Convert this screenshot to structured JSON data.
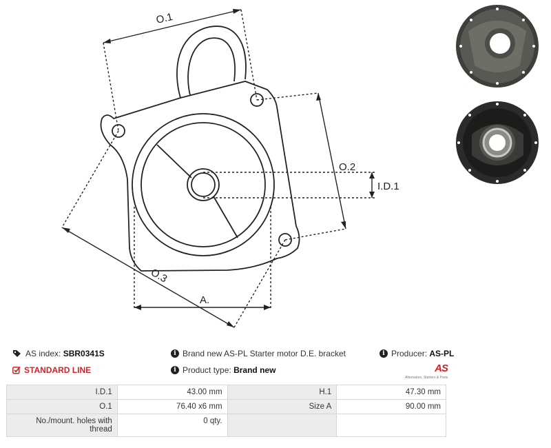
{
  "drawing": {
    "labels": {
      "o1": "O.1",
      "o2": "O.2",
      "o3": "O.3",
      "id1": "I.D.1",
      "a": "A."
    }
  },
  "info": {
    "as_index_label": "AS index:",
    "as_index_value": "SBR0341S",
    "description": "Brand new AS-PL Starter motor D.E. bracket",
    "producer_label": "Producer:",
    "producer_value": "AS-PL",
    "line": "STANDARD LINE",
    "product_type_label": "Product type:",
    "product_type_value": "Brand new"
  },
  "logo": {
    "mark": "AS",
    "tagline": "Alternators, Starters & Parts"
  },
  "specs": [
    {
      "label_left": "I.D.1",
      "value_left": "43.00 mm",
      "label_right": "H.1",
      "value_right": "47.30 mm"
    },
    {
      "label_left": "O.1",
      "value_left": "76.40 x6 mm",
      "label_right": "Size A",
      "value_right": "90.00 mm"
    },
    {
      "label_left": "No./mount. holes with thread",
      "value_left": "0 qty.",
      "label_right": "",
      "value_right": ""
    }
  ]
}
